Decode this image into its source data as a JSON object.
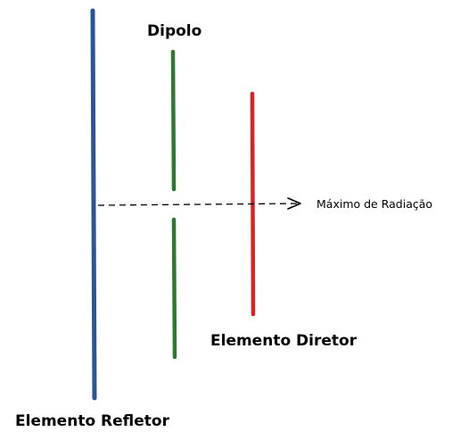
{
  "labels": {
    "dipolo": "Dipolo",
    "diretor": "Elemento Diretor",
    "refletor": "Elemento Refletor",
    "maximo": "Máximo de Radiação"
  },
  "colors": {
    "refletor": "#2a5599",
    "dipolo": "#2b7a2e",
    "diretor": "#dd2222",
    "arrow": "#000000",
    "text": "#000000"
  }
}
